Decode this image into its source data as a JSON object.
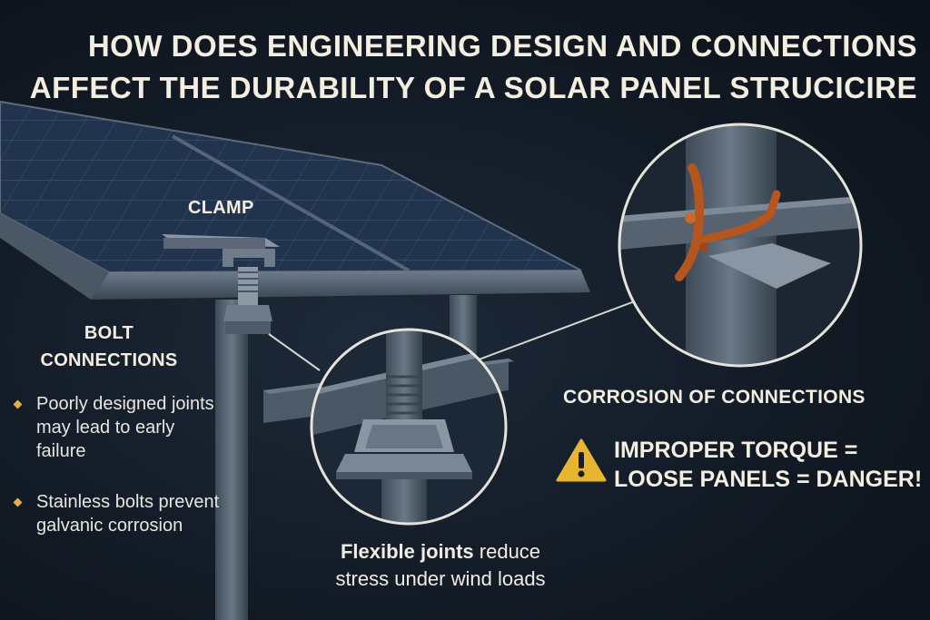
{
  "title": {
    "line1": "HOW DOES ENGINEERING DESIGN AND CONNECTIONS",
    "line2": "AFFECT THE DURABILITY OF A SOLAR PANEL STRUCICIRE"
  },
  "labels": {
    "clamp": "CLAMP",
    "bolt_heading_line1": "BOLT",
    "bolt_heading_line2": "CONNECTIONS",
    "corrosion": "CORROSION OF CONNECTIONS"
  },
  "bullets": [
    "Poorly designed joints may lead to early failure",
    "Stainless bolts prevent galvanic corrosion"
  ],
  "warning": {
    "line1": "IMPROPER TORQUE =",
    "line2": "LOOSE PANELS = DANGER!",
    "icon": "warning-triangle-icon",
    "icon_color": "#e8b530"
  },
  "flex_caption": {
    "bold": "Flexible joints",
    "rest_line1": " reduce",
    "line2": "stress under wind loads"
  },
  "colors": {
    "background": "#121a25",
    "rust": "#b5561f",
    "bullet_marker": "#e2b24a"
  }
}
